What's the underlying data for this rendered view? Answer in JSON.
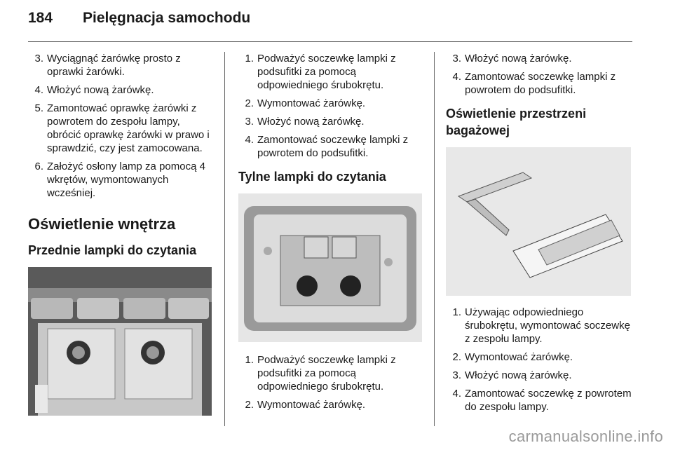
{
  "header": {
    "page_number": "184",
    "title": "Pielęgnacja samochodu"
  },
  "col1": {
    "steps": [
      {
        "n": "3.",
        "text": "Wyciągnąć żarówkę prosto z oprawki żarówki."
      },
      {
        "n": "4.",
        "text": "Włożyć nową żarówkę."
      },
      {
        "n": "5.",
        "text": "Zamontować oprawkę żarówki z powrotem do zespołu lampy, obrócić oprawkę żarówki w prawo i sprawdzić, czy jest zamocowana."
      },
      {
        "n": "6.",
        "text": "Założyć osłony lamp za pomocą 4 wkrętów, wymontowanych wcześniej."
      }
    ],
    "section_title": "Oświetlenie wnętrza",
    "subsection_title": "Przednie lampki do czytania"
  },
  "col2": {
    "steps_top": [
      {
        "n": "1.",
        "text": "Podważyć soczewkę lampki z podsufitki za pomocą odpowiedniego śrubokrętu."
      },
      {
        "n": "2.",
        "text": "Wymontować żarówkę."
      },
      {
        "n": "3.",
        "text": "Włożyć nową żarówkę."
      },
      {
        "n": "4.",
        "text": "Zamontować soczewkę lampki z powrotem do podsufitki."
      }
    ],
    "subsection_title": "Tylne lampki do czytania",
    "steps_bottom": [
      {
        "n": "1.",
        "text": "Podważyć soczewkę lampki z podsufitki za pomocą odpowiedniego śrubokrętu."
      },
      {
        "n": "2.",
        "text": "Wymontować żarówkę."
      }
    ]
  },
  "col3": {
    "steps_top": [
      {
        "n": "3.",
        "text": "Włożyć nową żarówkę."
      },
      {
        "n": "4.",
        "text": "Zamontować soczewkę lampki z powrotem do podsufitki."
      }
    ],
    "subsection_title": "Oświetlenie przestrzeni bagażowej",
    "steps_bottom": [
      {
        "n": "1.",
        "text": "Używając odpowiedniego śrubokrętu, wymontować soczewkę z zespołu lampy."
      },
      {
        "n": "2.",
        "text": "Wymontować żarówkę."
      },
      {
        "n": "3.",
        "text": "Włożyć nową żarówkę."
      },
      {
        "n": "4.",
        "text": "Zamontować soczewkę z powrotem do zespołu lampy."
      }
    ]
  },
  "watermark": "carmanualsonline.info",
  "colors": {
    "text": "#1a1a1a",
    "figure_bg": "#e8e8e8",
    "watermark": "#9a9a9a"
  }
}
